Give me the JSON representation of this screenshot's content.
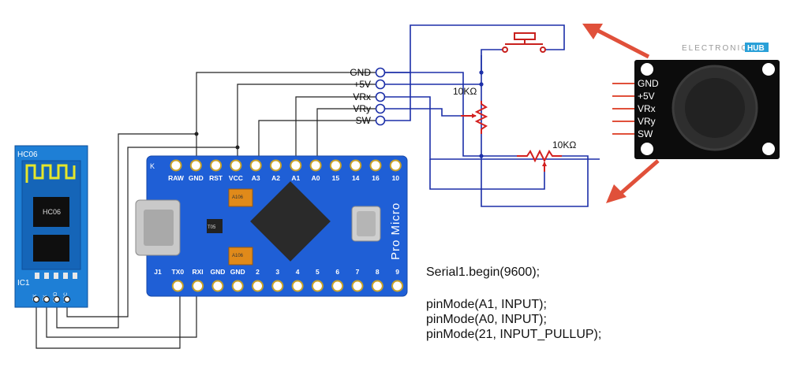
{
  "bt_module": {
    "label": "HC06",
    "chip_label": "HC06",
    "ic_label": "IC1",
    "pins": [
      "RX",
      "TX",
      "GND",
      "VCC"
    ]
  },
  "pro_micro": {
    "name": "Pro Micro",
    "top_pins": [
      "RAW",
      "GND",
      "RST",
      "VCC",
      "A3",
      "A2",
      "A1",
      "A0",
      "15",
      "14",
      "16",
      "10"
    ],
    "bottom_pins": [
      "J1",
      "TX0",
      "RXI",
      "GND",
      "GND",
      "2",
      "3",
      "4",
      "5",
      "6",
      "7",
      "8",
      "9"
    ],
    "corner_mark": "K",
    "component_labels": [
      "T05",
      "A106",
      "A106"
    ]
  },
  "joystick_labels": [
    "GND",
    "+5V",
    "VRx",
    "VRy",
    "SW"
  ],
  "module_pins": [
    "GND",
    "+5V",
    "VRx",
    "VRy",
    "SW"
  ],
  "resistor1": "10KΩ",
  "resistor2": "10KΩ",
  "brand": {
    "left": "ELECTRONICS",
    "right": "HUB"
  },
  "code": {
    "line1": "Serial1.begin(9600);",
    "line2": "pinMode(A1, INPUT);",
    "line3": "pinMode(A0, INPUT);",
    "line4": "pinMode(21, INPUT_PULLUP);"
  },
  "colors": {
    "wire_blue": "#1c2fa8",
    "wire_black": "#222222",
    "resistor_red": "#d21f1f",
    "arrow_red": "#e0503a",
    "board_blue": "#1f5fd6",
    "bt_blue": "#1e7fd6"
  }
}
